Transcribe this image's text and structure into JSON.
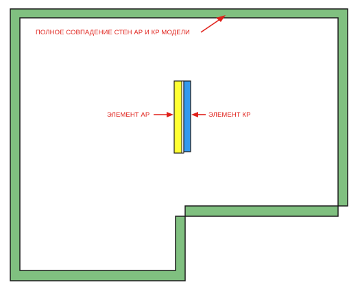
{
  "colors": {
    "wall_fill": "#80c080",
    "wall_stroke": "#1a1a1a",
    "element_ar_fill": "#ffff33",
    "element_kr_fill": "#3399ee",
    "annotation": "#e0201a",
    "background": "#ffffff"
  },
  "annotations": {
    "walls_match": "ПОЛНОЕ СОВПАДЕНИЕ СТЕН АР И КР МОДЕЛИ",
    "element_ar": "ЭЛЕМЕНТ АР",
    "element_kr": "ЭЛЕМЕНТ КР"
  }
}
